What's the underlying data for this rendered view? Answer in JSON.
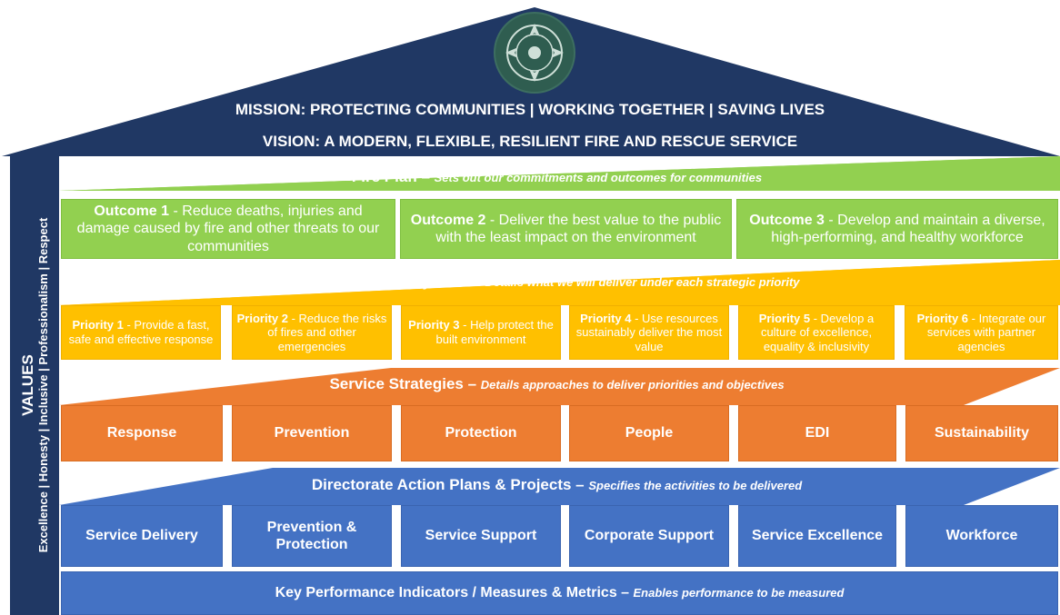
{
  "roof": {
    "mission": "MISSION: PROTECTING COMMUNITIES | WORKING TOGETHER | SAVING LIVES",
    "vision": "VISION: A MODERN, FLEXIBLE, RESILIENT FIRE AND RESCUE SERVICE",
    "emblem": "fire-service-crest-icon"
  },
  "values": {
    "title": "VALUES",
    "list": "Excellence | Honesty | Inclusive | Professionalism | Respect"
  },
  "fire_plan": {
    "title": "Fire Plan",
    "dash": " – ",
    "desc": "Sets out our commitments and outcomes for communities",
    "outcomes": [
      {
        "label": "Outcome 1",
        "text": " - Reduce deaths, injuries and damage caused by fire and other threats to our communities"
      },
      {
        "label": "Outcome 2",
        "text": " - Deliver the best value to the public with the least impact on the environment"
      },
      {
        "label": "Outcome 3",
        "text": " - Develop and maintain a diverse, high-performing, and healthy workforce"
      }
    ]
  },
  "annual_plan": {
    "title": "Annual Delivery Plan",
    "dash": " – ",
    "desc": "Details what we will deliver under each strategic priority",
    "priorities": [
      {
        "label": "Priority 1",
        "text": " - Provide a fast, safe and effective response"
      },
      {
        "label": "Priority 2",
        "text": " - Reduce the risks of fires and other emergencies"
      },
      {
        "label": "Priority 3",
        "text": " - Help protect the built environment"
      },
      {
        "label": "Priority 4",
        "text": " - Use resources sustainably deliver the most value"
      },
      {
        "label": "Priority 5",
        "text": " - Develop a culture of excellence, equality & inclusivity"
      },
      {
        "label": "Priority 6",
        "text": " - Integrate our services with partner agencies"
      }
    ]
  },
  "service_strategies": {
    "title": "Service Strategies",
    "dash": " – ",
    "desc": "Details approaches to deliver priorities and objectives",
    "items": [
      "Response",
      "Prevention",
      "Protection",
      "People",
      "EDI",
      "Sustainability"
    ]
  },
  "directorate": {
    "title": "Directorate Action Plans & Projects",
    "dash": " – ",
    "desc": "Specifies the activities to be delivered",
    "items": [
      "Service Delivery",
      "Prevention & Protection",
      "Service Support",
      "Corporate Support",
      "Service Excellence",
      "Workforce"
    ]
  },
  "kpi": {
    "title": "Key Performance Indicators / Measures & Metrics",
    "dash": " – ",
    "desc": "Enables performance to be measured"
  },
  "colors": {
    "navy": "#203864",
    "green": "#92d050",
    "amber": "#ffc000",
    "orange": "#ed7d31",
    "blue": "#4472c4"
  }
}
